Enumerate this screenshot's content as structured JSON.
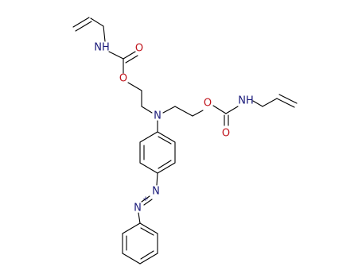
{
  "molecule": {
    "atoms": {
      "o_top_carbonyl": "O",
      "n_top_amide": "NH",
      "o_top_ester": "O",
      "n_central": "N",
      "o_right_ester": "O",
      "n_right_amide": "NH",
      "o_right_carbonyl": "O",
      "n_azo_upper": "N",
      "n_azo_lower": "N",
      "azo_plus": "+"
    },
    "colors": {
      "bond": "#000000",
      "oxygen": "#c0141c",
      "nitrogen": "#1a1a7a"
    }
  }
}
